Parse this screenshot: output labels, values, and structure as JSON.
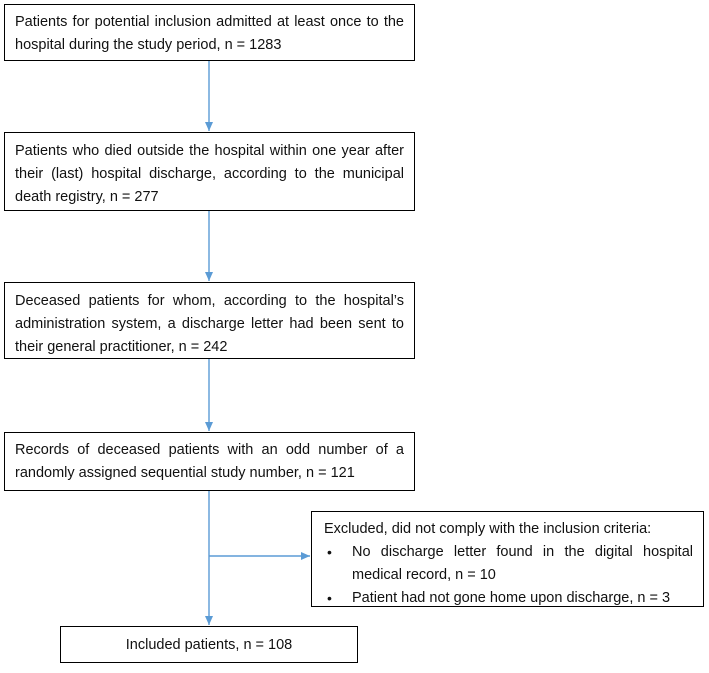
{
  "flowchart": {
    "box1": {
      "text": "Patients for potential inclusion admitted at least once to the hospital during the study period, n = 1283"
    },
    "box2": {
      "text": "Patients who died outside the hospital within one year after their (last) hospital discharge, according to the municipal death registry, n = 277"
    },
    "box3": {
      "text": "Deceased patients for whom, according to the hospital’s administration system, a discharge letter had been sent to their general practitioner, n = 242"
    },
    "box4": {
      "text": "Records of deceased patients with an odd number of a randomly assigned sequential study number, n = 121"
    },
    "exclusion": {
      "title": "Excluded, did not comply with the inclusion criteria:",
      "bullet_symbol": "•",
      "items": [
        "No discharge letter found in the digital hospital medical record, n = 10",
        "Patient had not gone home upon discharge, n = 3"
      ]
    },
    "final": {
      "text": "Included patients, n = 108"
    }
  },
  "colors": {
    "arrow": "#5b9bd5",
    "border": "#000000"
  }
}
